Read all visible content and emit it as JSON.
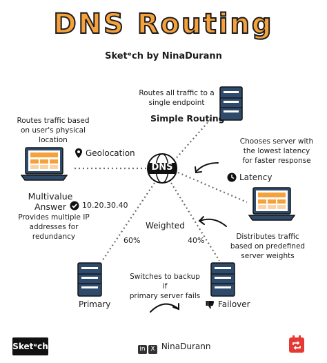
{
  "header": {
    "title": "DNS Routing",
    "brand": "Sketᵉch",
    "by": "by NinaDurann"
  },
  "center": {
    "label": "DNS"
  },
  "nodes": {
    "simple_routing": {
      "desc_line1": "Routes all traffic to a",
      "desc_line2": "single endpoint",
      "label": "Simple Routing"
    },
    "geolocation": {
      "desc_line1": "Routes traffic based",
      "desc_line2": "on user's physical",
      "desc_line3": "location",
      "label": "Geolocation"
    },
    "latency": {
      "desc_line1": "Chooses server with",
      "desc_line2": "the lowest latency",
      "desc_line3": "for faster response",
      "label": "Latency"
    },
    "multivalue": {
      "label_line1": "Multivalue",
      "label_line2": "Answer",
      "ip": "10.20.30.40",
      "desc_line1": "Provides multiple IP",
      "desc_line2": "addresses for",
      "desc_line3": "redundancy"
    },
    "weighted": {
      "label": "Weighted",
      "desc_line1": "Distributes traffic",
      "desc_line2": "based on predefined",
      "desc_line3": "server weights",
      "left_weight": "60%",
      "right_weight": "40%"
    },
    "failover": {
      "desc_line1": "Switches to backup if",
      "desc_line2": "primary server fails",
      "primary_label": "Primary",
      "failover_label": "Failover"
    }
  },
  "footer": {
    "brand": "Sketᵉch",
    "handle": "NinaDurann",
    "social_icons": [
      "linkedin-icon",
      "x-icon"
    ]
  },
  "colors": {
    "accent": "#f6a13c",
    "server": "#2f4b6b",
    "screen": "#f6a13c"
  }
}
